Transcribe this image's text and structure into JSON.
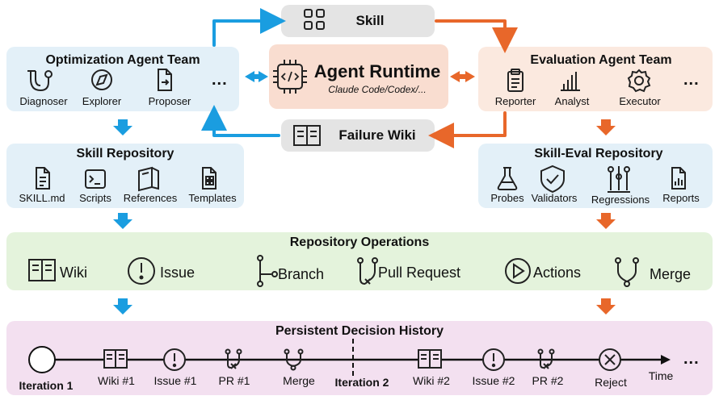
{
  "optimization": {
    "title": "Optimization Agent Team",
    "items": [
      {
        "label": "Diagnoser",
        "icon": "stethoscope-icon"
      },
      {
        "label": "Explorer",
        "icon": "compass-icon"
      },
      {
        "label": "Proposer",
        "icon": "document-arrow-icon"
      }
    ],
    "more": "..."
  },
  "runtime": {
    "title": "Agent Runtime",
    "subtitle": "Claude Code/Codex/..."
  },
  "skill": {
    "label": "Skill"
  },
  "failure_wiki": {
    "label": "Failure Wiki"
  },
  "evaluation": {
    "title": "Evaluation Agent Team",
    "items": [
      {
        "label": "Reporter",
        "icon": "clipboard-icon"
      },
      {
        "label": "Analyst",
        "icon": "bar-chart-icon"
      },
      {
        "label": "Executor",
        "icon": "gear-icon"
      }
    ],
    "more": "..."
  },
  "skill_repo": {
    "title": "Skill Repository",
    "items": [
      {
        "label": "SKILL.md",
        "icon": "document-icon"
      },
      {
        "label": "Scripts",
        "icon": "terminal-icon"
      },
      {
        "label": "References",
        "icon": "book-icon"
      },
      {
        "label": "Templates",
        "icon": "template-icon"
      }
    ]
  },
  "eval_repo": {
    "title": "Skill-Eval Repository",
    "items": [
      {
        "label": "Probes",
        "icon": "flask-icon"
      },
      {
        "label": "Validators",
        "icon": "shield-check-icon"
      },
      {
        "label": "Regressions",
        "icon": "sliders-icon"
      },
      {
        "label": "Reports",
        "icon": "report-icon"
      }
    ]
  },
  "repo_ops": {
    "title": "Repository Operations",
    "items": [
      {
        "label": "Wiki",
        "icon": "book-icon"
      },
      {
        "label": "Issue",
        "icon": "exclamation-circle-icon"
      },
      {
        "label": "Branch",
        "icon": "branch-icon"
      },
      {
        "label": "Pull Request",
        "icon": "pull-request-icon"
      },
      {
        "label": "Actions",
        "icon": "play-icon"
      },
      {
        "label": "Merge",
        "icon": "merge-icon"
      }
    ]
  },
  "history": {
    "title": "Persistent Decision History",
    "iteration1": "Iteration 1",
    "iteration2": "Iteration 2",
    "events": [
      {
        "label": "Wiki #1",
        "icon": "book-icon"
      },
      {
        "label": "Issue #1",
        "icon": "exclamation-circle-icon"
      },
      {
        "label": "PR #1",
        "icon": "pull-request-icon"
      },
      {
        "label": "Merge",
        "icon": "merge-icon"
      },
      {
        "label": "Wiki #2",
        "icon": "book-icon"
      },
      {
        "label": "Issue #2",
        "icon": "exclamation-circle-icon"
      },
      {
        "label": "PR #2",
        "icon": "pull-request-icon"
      },
      {
        "label": "Reject",
        "icon": "x-circle-icon"
      }
    ],
    "time_label": "Time",
    "more": "..."
  },
  "colors": {
    "blue_bg": "#e3f0f8",
    "peach_bg": "#fbe9df",
    "runtime_bg": "#f9ddd0",
    "gray_bg": "#e4e4e4",
    "green_bg": "#e4f3dc",
    "pink_bg": "#f3e0f0",
    "blue_arrow": "#1a9de0",
    "orange_arrow": "#e8672a"
  }
}
